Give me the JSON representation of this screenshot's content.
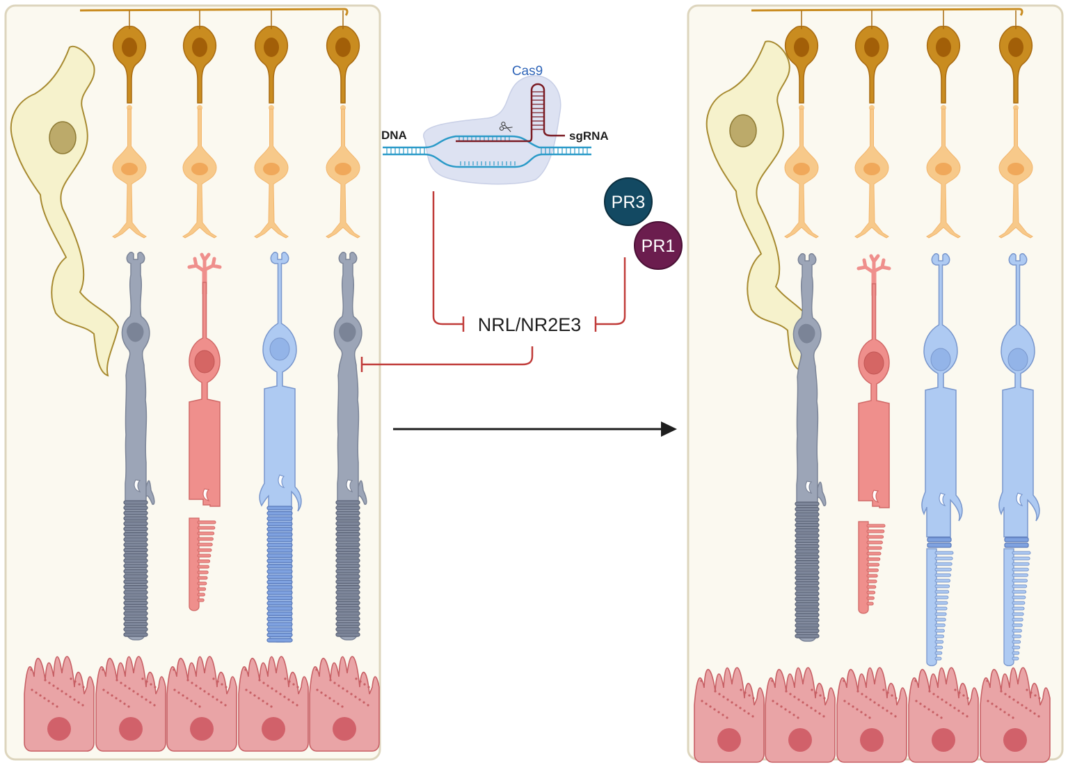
{
  "labels": {
    "dna": "DNA",
    "cas9": "Cas9",
    "sgrna": "sgRNA",
    "pr3": "PR3",
    "pr1": "PR1",
    "target": "NRL/NR2E3"
  },
  "panels": {
    "before": {
      "photoreceptors": [
        "rod",
        "cone",
        "blue-cone",
        "rod"
      ]
    },
    "after": {
      "photoreceptors": [
        "rod",
        "cone",
        "hybrid-cone",
        "hybrid-cone"
      ]
    }
  },
  "colors": {
    "panel_bg": "#fbf9f0",
    "panel_border": "#ddd5bd",
    "ganglion": "#c98c20",
    "ganglion_nucleus": "#a25f08",
    "bipolar": "#f7c98a",
    "muller": "#f6f2cc",
    "rod": "#9ca5b7",
    "cone_red": "#ef8f8c",
    "cone_blue": "#aecaf2",
    "rpe": "#e9a4a6",
    "inhibit": "#c03a38",
    "cas9_blob": "#dde2f2",
    "dna": "#2a9ac8",
    "sgrna": "#7a1a22",
    "pr3": "#134962",
    "pr1": "#6b1d4e",
    "arrow": "#1e1e1e"
  }
}
